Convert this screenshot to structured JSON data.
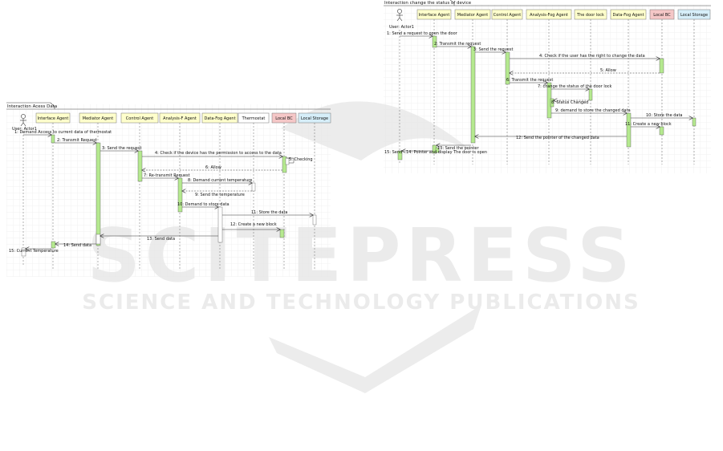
{
  "watermark": {
    "word": "SCITEPRESS",
    "tagline": "SCIENCE AND TECHNOLOGY PUBLICATIONS",
    "color": "#e3e3e3"
  },
  "colors": {
    "yellow": "#ffffcc",
    "green": "#b5e98f",
    "red": "#f5c7c7",
    "blue": "#d6eef9",
    "white": "#ffffff",
    "grid": "#e9e9e9",
    "line": "#555555"
  },
  "left_diagram": {
    "frame_label": "Interaction Acess Data",
    "actor": "User: Actor1",
    "lifelines": [
      {
        "label": "Interface Agent",
        "color": "yellow"
      },
      {
        "label": "Mediator Agent",
        "color": "yellow"
      },
      {
        "label": "Control Agent",
        "color": "yellow"
      },
      {
        "label": "Analysis-F Agent",
        "color": "yellow"
      },
      {
        "label": "Data-Fog Agent",
        "color": "yellow"
      },
      {
        "label": "Thermostat",
        "color": "white"
      },
      {
        "label": "Local BC",
        "color": "red"
      },
      {
        "label": "Local Storage",
        "color": "blue"
      }
    ],
    "messages": [
      "1: Demand Access to current data of thermostat",
      "2: Transmit Request",
      "3: Send the request",
      "4: Check if the device has the permission to access to the data",
      "5: Checking",
      "6: Allow",
      "7: Re-transmit Request",
      "8: Demand current temperature",
      "9: Send the temperature",
      "10: Demand to store data",
      "11: Store the data",
      "12: Create a new block",
      "13: Send data",
      "14: Send data",
      "15: Current Temperature"
    ]
  },
  "right_diagram": {
    "frame_label": "Interaction change the status of device",
    "actor": "User: Actor1",
    "lifelines": [
      {
        "label": "Interface Agent",
        "color": "yellow"
      },
      {
        "label": "Mediator Agent",
        "color": "yellow"
      },
      {
        "label": "Control Agent",
        "color": "yellow"
      },
      {
        "label": "Analysis-Fog Agent",
        "color": "yellow"
      },
      {
        "label": "The door lock",
        "color": "yellow"
      },
      {
        "label": "Data-Fog Agent",
        "color": "yellow"
      },
      {
        "label": "Local BC",
        "color": "red"
      },
      {
        "label": "Local Storage",
        "color": "blue"
      }
    ],
    "messages": [
      "1: Send a request to open the door",
      "2: Transmit the request",
      "3: Send the request",
      "4: Check if the user has the right to change the data",
      "5: Allow",
      "6: Transmit the request",
      "7: change the status of the door lock",
      "8: Status Changed",
      "9: demand to store the changed data",
      "10: Store the data",
      "11: Create a new block",
      "12: Send the pointer of the changed data",
      "13: Send the pointer",
      "14: Pointer and display The door is open",
      "15: Send"
    ]
  }
}
